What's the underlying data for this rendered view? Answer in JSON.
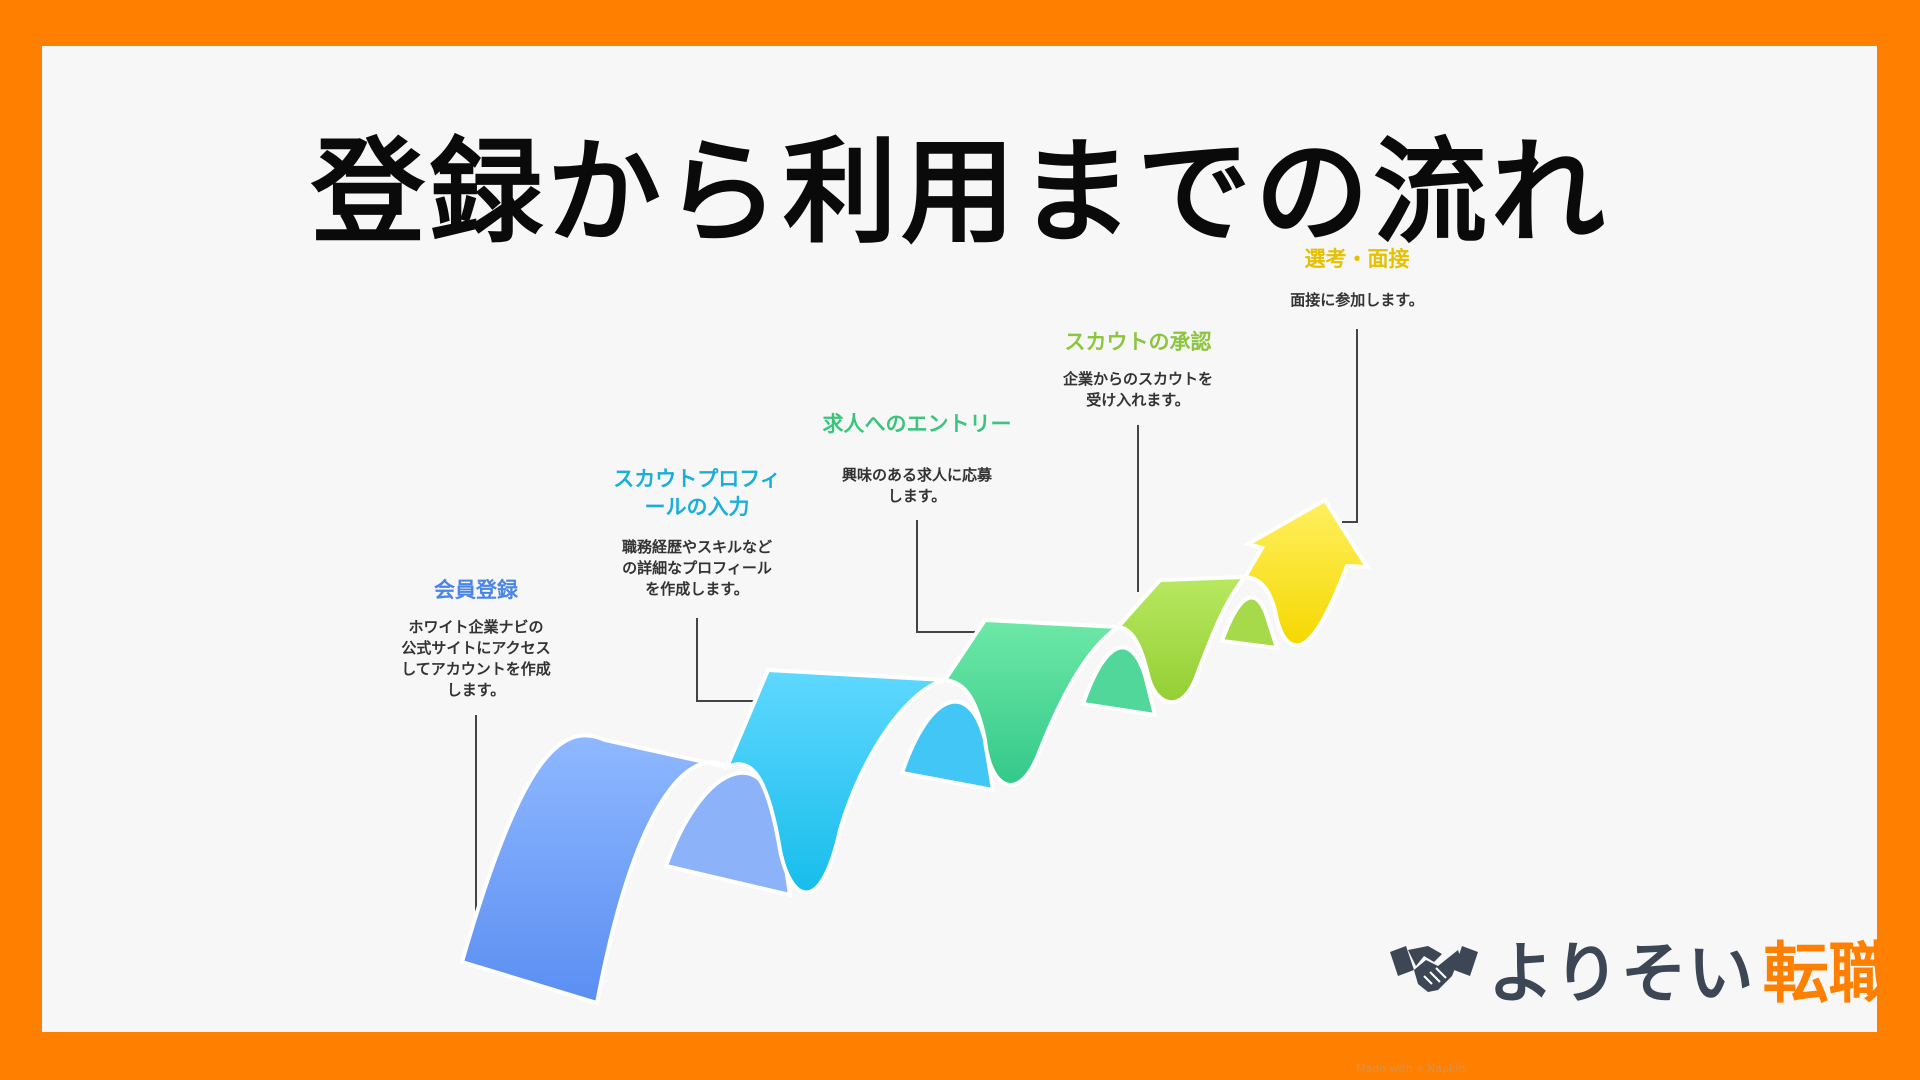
{
  "title": "登録から利用までの流れ",
  "steps": [
    {
      "title": "会員登録",
      "desc": [
        "ホワイト企業ナビの",
        "公式サイトにアクセス",
        "してアカウントを作成",
        "します。"
      ],
      "color": "#4A86E8"
    },
    {
      "title": [
        "スカウトプロフィ",
        "ールの入力"
      ],
      "desc": [
        "職務経歴やスキルなど",
        "の詳細なプロフィール",
        "を作成します。"
      ],
      "color": "#1AAFD9"
    },
    {
      "title": "求人へのエントリー",
      "desc": [
        "興味のある求人に応募",
        "します。"
      ],
      "color": "#3CC47C"
    },
    {
      "title": "スカウトの承認",
      "desc": [
        "企業からのスカウトを",
        "受け入れます。"
      ],
      "color": "#8CC63F"
    },
    {
      "title": "選考・面接",
      "desc": [
        "面接に参加します。"
      ],
      "color": "#E5C100"
    }
  ],
  "brand": {
    "name_main": "よりそい",
    "name_accent": "転職",
    "icon": "handshake-icon"
  },
  "footer": {
    "made_with": "Made with ⟡ Napkin"
  },
  "colors": {
    "frame": "#FF8000",
    "panel": "#F7F7F7"
  }
}
